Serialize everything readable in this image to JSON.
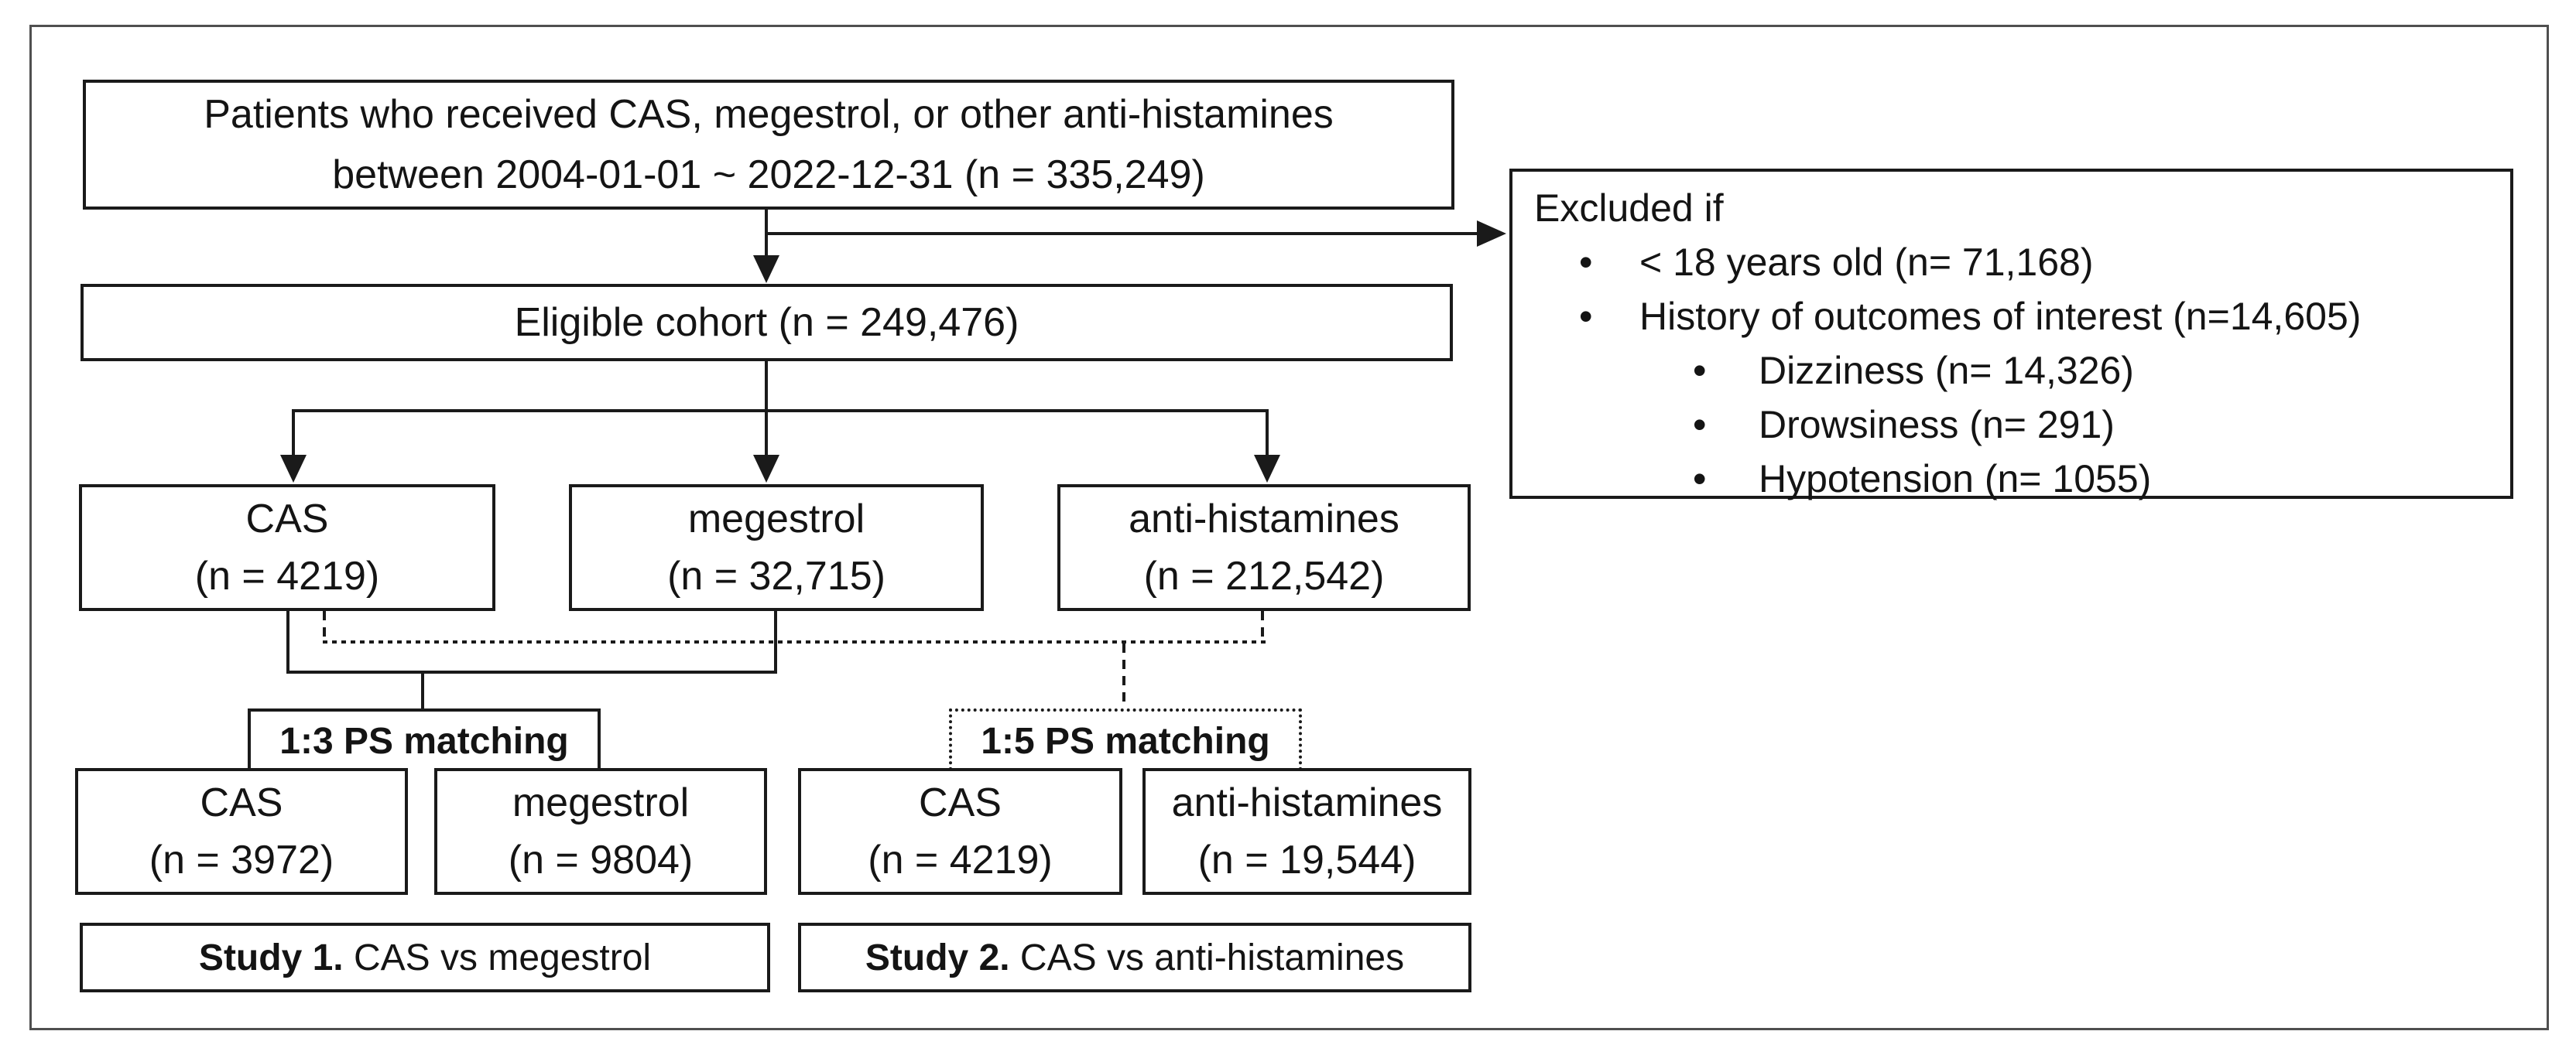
{
  "colors": {
    "ink": "#1a1a1a",
    "frame_border": "#4f4f4f",
    "background": "#ffffff"
  },
  "flowchart": {
    "source_box": {
      "line1": "Patients who received CAS, megestrol, or other anti-histamines",
      "line2": "between 2004-01-01 ~ 2022-12-31 (n = 335,249)"
    },
    "excluded_box": {
      "title": "Excluded if",
      "bullet": "•",
      "items": [
        {
          "level": 1,
          "text": "< 18 years old (n= 71,168)"
        },
        {
          "level": 1,
          "text": "History of outcomes of interest (n=14,605)"
        },
        {
          "level": 2,
          "text": "Dizziness (n= 14,326)"
        },
        {
          "level": 2,
          "text": "Drowsiness (n= 291)"
        },
        {
          "level": 2,
          "text": "Hypotension (n= 1055)"
        }
      ]
    },
    "eligible_box": {
      "text": "Eligible cohort (n = 249,476)"
    },
    "cohort_boxes": [
      {
        "name": "CAS",
        "count": "(n = 4219)"
      },
      {
        "name": "megestrol",
        "count": "(n = 32,715)"
      },
      {
        "name": "anti-histamines",
        "count": "(n = 212,542)"
      }
    ],
    "matching_labels": [
      {
        "text": "1:3 PS matching"
      },
      {
        "text": "1:5 PS matching"
      }
    ],
    "matched_boxes": [
      {
        "name": "CAS",
        "count": "(n = 3972)"
      },
      {
        "name": "megestrol",
        "count": "(n = 9804)"
      },
      {
        "name": "CAS",
        "count": "(n = 4219)"
      },
      {
        "name": "anti-histamines",
        "count": "(n = 19,544)"
      }
    ],
    "study_boxes": [
      {
        "prefix": "Study 1.",
        "rest": " CAS vs megestrol"
      },
      {
        "prefix": "Study 2.",
        "rest": " CAS vs anti-histamines"
      }
    ]
  }
}
